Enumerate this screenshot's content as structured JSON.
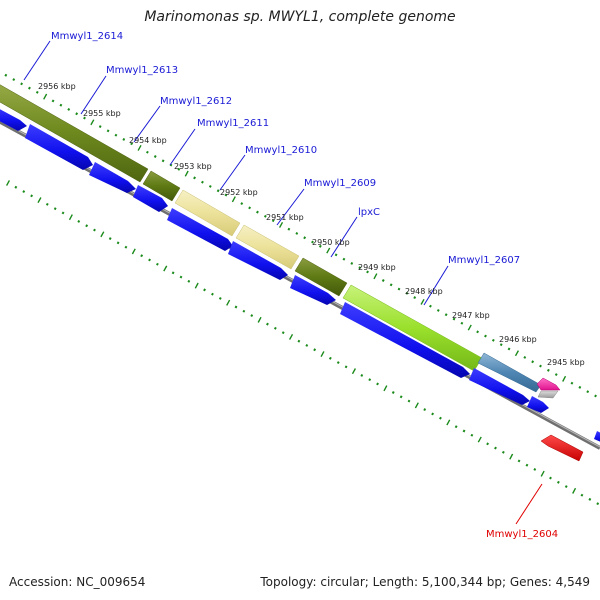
{
  "title": "Marinomonas sp. MWYL1, complete genome",
  "footer": {
    "accession_text": "Accession: NC_009654",
    "summary_text": "Topology: circular; Length: 5,100,344 bp; Genes: 4,549"
  },
  "colors": {
    "gene_label": "#1a1ad6",
    "highlight_label": "#e00000",
    "blue_cds": "#1111ee",
    "backbone": "#8a8a8a",
    "tick_green": "#1a8a1a"
  },
  "kbp_labels": [
    "2956 kbp",
    "2955 kbp",
    "2954 kbp",
    "2953 kbp",
    "2952 kbp",
    "2951 kbp",
    "2950 kbp",
    "2949 kbp",
    "2948 kbp",
    "2947 kbp",
    "2946 kbp",
    "2945 kbp"
  ],
  "gene_labels": [
    "Mmwyl1_2614",
    "Mmwyl1_2613",
    "Mmwyl1_2612",
    "Mmwyl1_2611",
    "Mmwyl1_2610",
    "Mmwyl1_2609",
    "lpxC",
    "Mmwyl1_2607"
  ],
  "highlight_label": "Mmwyl1_2604"
}
